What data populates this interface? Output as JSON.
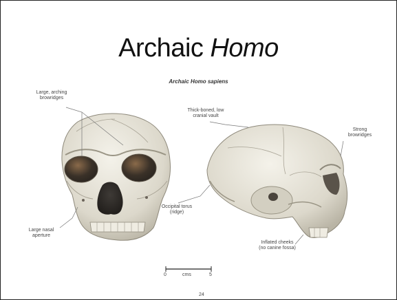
{
  "slide": {
    "title_main": "Archaic ",
    "title_em": "Homo",
    "subtitle": "Archaic Homo sapiens",
    "labels": {
      "browridges_front": "Large, arching\nbrowridges",
      "nasal": "Large nasal\naperture",
      "vault": "Thick-boned, low\ncranial vault",
      "browridges_side": "Strong\nbrowridges",
      "occipital": "Occipital torus\n(ridge)",
      "cheeks": "Inflated cheeks\n(no canine fossa)"
    },
    "scale": {
      "start": "0",
      "unit": "cms",
      "end": "5"
    },
    "page_number": "24"
  }
}
